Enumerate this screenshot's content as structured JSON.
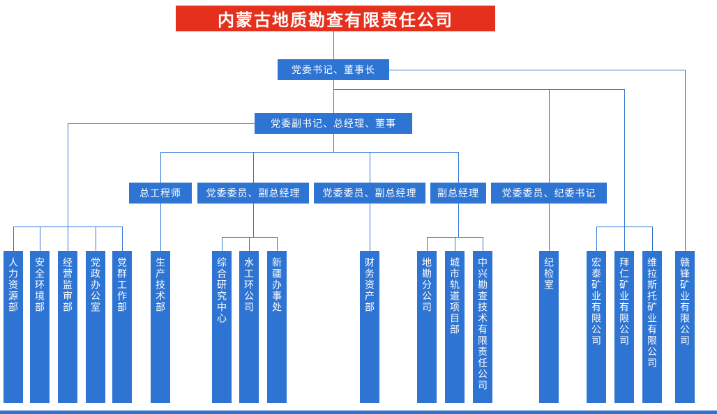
{
  "title": "内蒙古地质勘查有限责任公司",
  "org": {
    "chairman": {
      "label": "党委书记、董事长"
    },
    "general_manager": {
      "label": "党委副书记、总经理、董事"
    },
    "executives": [
      {
        "label": "总工程师"
      },
      {
        "label": "党委委员、副总经理"
      },
      {
        "label": "党委委员、副总经理"
      },
      {
        "label": "副总经理"
      },
      {
        "label": "党委委员、纪委书记"
      }
    ],
    "gm_departments": [
      {
        "label": "人力资源部"
      },
      {
        "label": "安全环境部"
      },
      {
        "label": "经营监审部"
      },
      {
        "label": "党政办公室"
      },
      {
        "label": "党群工作部"
      }
    ],
    "chief_engineer_units": [
      {
        "label": "生产技术部"
      }
    ],
    "deputy_gm1_units": [
      {
        "label": "综合研究中心"
      },
      {
        "label": "水工环公司"
      },
      {
        "label": "新疆办事处"
      }
    ],
    "deputy_gm2_units": [
      {
        "label": "财务资产部"
      }
    ],
    "deputy_gm3_units": [
      {
        "label": "地勘分公司"
      },
      {
        "label": "城市轨道项目部"
      },
      {
        "label": "中兴勘查技术有限责任公司"
      }
    ],
    "discipline_units": [
      {
        "label": "纪检室"
      }
    ],
    "chairman_subsidiaries": [
      {
        "label": "宏泰矿业有限公司"
      },
      {
        "label": "拜仁矿业有限公司"
      },
      {
        "label": "维拉斯托矿业有限公司"
      },
      {
        "label": "赣锋矿业有限公司"
      }
    ]
  },
  "colors": {
    "banner_red": "#e5301d",
    "node_blue": "#2e74d2",
    "line_blue": "#2e74d2",
    "background": "#ffffff"
  }
}
